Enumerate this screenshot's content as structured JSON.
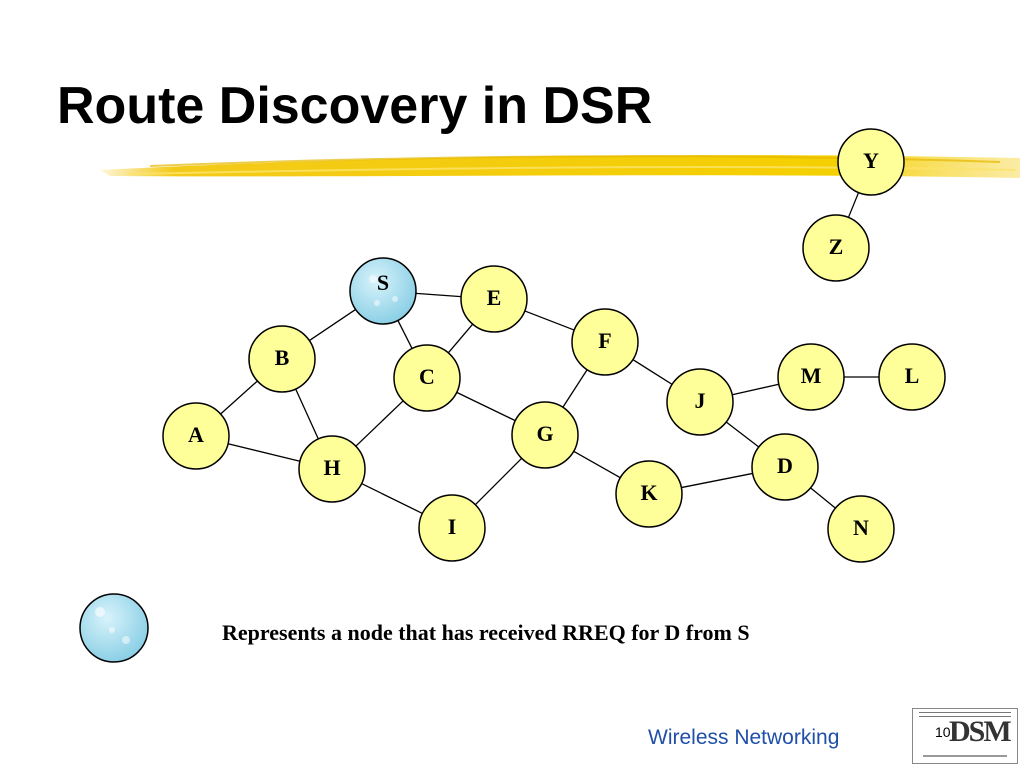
{
  "title": "Route Discovery in DSR",
  "diagram": {
    "nodes": [
      {
        "id": "S",
        "label": "S",
        "received_rreq": true
      },
      {
        "id": "E",
        "label": "E",
        "received_rreq": false
      },
      {
        "id": "F",
        "label": "F",
        "received_rreq": false
      },
      {
        "id": "B",
        "label": "B",
        "received_rreq": false
      },
      {
        "id": "C",
        "label": "C",
        "received_rreq": false
      },
      {
        "id": "M",
        "label": "M",
        "received_rreq": false
      },
      {
        "id": "L",
        "label": "L",
        "received_rreq": false
      },
      {
        "id": "J",
        "label": "J",
        "received_rreq": false
      },
      {
        "id": "A",
        "label": "A",
        "received_rreq": false
      },
      {
        "id": "G",
        "label": "G",
        "received_rreq": false
      },
      {
        "id": "H",
        "label": "H",
        "received_rreq": false
      },
      {
        "id": "D",
        "label": "D",
        "received_rreq": false
      },
      {
        "id": "K",
        "label": "K",
        "received_rreq": false
      },
      {
        "id": "I",
        "label": "I",
        "received_rreq": false
      },
      {
        "id": "N",
        "label": "N",
        "received_rreq": false
      },
      {
        "id": "Y",
        "label": "Y",
        "received_rreq": false
      },
      {
        "id": "Z",
        "label": "Z",
        "received_rreq": false
      }
    ],
    "edges": [
      [
        "S",
        "E"
      ],
      [
        "S",
        "B"
      ],
      [
        "S",
        "C"
      ],
      [
        "E",
        "C"
      ],
      [
        "E",
        "F"
      ],
      [
        "B",
        "A"
      ],
      [
        "B",
        "H"
      ],
      [
        "A",
        "H"
      ],
      [
        "C",
        "H"
      ],
      [
        "C",
        "G"
      ],
      [
        "F",
        "G"
      ],
      [
        "F",
        "J"
      ],
      [
        "J",
        "M"
      ],
      [
        "M",
        "L"
      ],
      [
        "J",
        "D"
      ],
      [
        "G",
        "I"
      ],
      [
        "G",
        "K"
      ],
      [
        "H",
        "I"
      ],
      [
        "K",
        "D"
      ],
      [
        "D",
        "N"
      ],
      [
        "Y",
        "Z"
      ]
    ],
    "colors": {
      "node_fill": "#ffff99",
      "node_stroke": "#000000",
      "received_fill": "#a8dff0",
      "edge": "#000000",
      "title_underline": "#f2c400"
    }
  },
  "legend": {
    "text": "Represents a node that has received RREQ for D from S"
  },
  "footer": {
    "text": "Wireless Networking",
    "slide_number": "10"
  }
}
